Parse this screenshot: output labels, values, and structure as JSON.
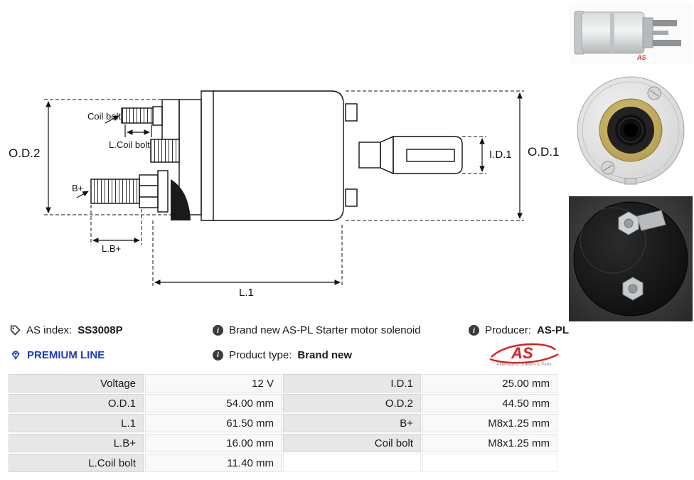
{
  "info": {
    "as_index_label": "AS index:",
    "as_index_value": "SS3008P",
    "description": "Brand new AS-PL Starter motor solenoid",
    "producer_label": "Producer:",
    "producer_value": "AS-PL",
    "premium_line": "PREMIUM LINE",
    "product_type_label": "Product type:",
    "product_type_value": "Brand new",
    "logo_text": "AS",
    "logo_tagline": "Alternators, Starters & Parts"
  },
  "diagram": {
    "labels": {
      "od2": "O.D.2",
      "od1": "O.D.1",
      "id1": "I.D.1",
      "l1": "L.1",
      "bplus": "B+",
      "lbplus": "L.B+",
      "coil_bolt": "Coil bolt",
      "l_coil_bolt": "L.Coil bolt"
    }
  },
  "specs": {
    "rows": [
      {
        "l_label": "Voltage",
        "l_value": "12 V",
        "r_label": "I.D.1",
        "r_value": "25.00 mm"
      },
      {
        "l_label": "O.D.1",
        "l_value": "54.00 mm",
        "r_label": "O.D.2",
        "r_value": "44.50 mm"
      },
      {
        "l_label": "L.1",
        "l_value": "61.50 mm",
        "r_label": "B+",
        "r_value": "M8x1.25 mm"
      },
      {
        "l_label": "L.B+",
        "l_value": "16.00 mm",
        "r_label": "Coil bolt",
        "r_value": "M8x1.25 mm"
      },
      {
        "l_label": "L.Coil bolt",
        "l_value": "11.40 mm",
        "r_label": "",
        "r_value": ""
      }
    ]
  },
  "colors": {
    "premium_blue": "#1b3cc4",
    "logo_red": "#dd1d1d",
    "table_label_bg": "#e7e7e7",
    "table_value_bg": "#f9f9f9"
  }
}
